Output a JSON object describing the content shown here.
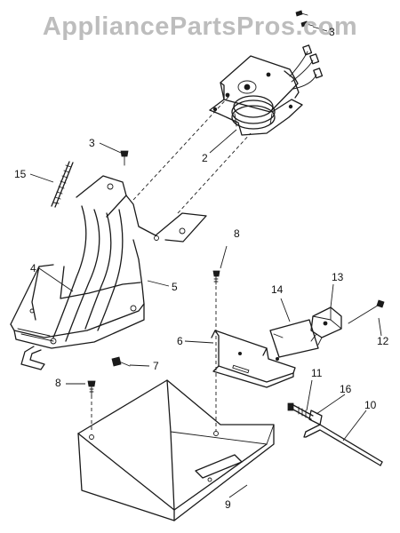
{
  "watermark": "AppliancePartsPros.com",
  "callouts": {
    "c3_top": "3",
    "c2": "2",
    "c3": "3",
    "c15": "15",
    "c4": "4",
    "c5": "5",
    "c8_mid": "8",
    "c13": "13",
    "c14": "14",
    "c6": "6",
    "c7": "7",
    "c12": "12",
    "c8_left": "8",
    "c11": "11",
    "c16": "16",
    "c10": "10",
    "c9": "9"
  }
}
